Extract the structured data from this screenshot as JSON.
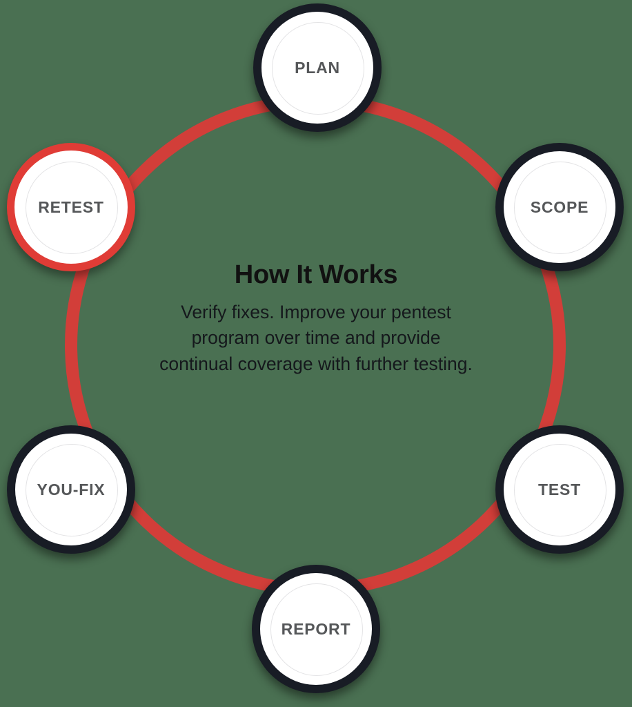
{
  "diagram": {
    "type": "cycle",
    "title": "How It Works",
    "description_lines": [
      "Verify fixes. Improve your pentest",
      "program over time and provide",
      "continual coverage with further testing."
    ],
    "description_full": "Verify fixes. Improve your pentest program over time and provide continual coverage with further testing.",
    "background_color": "#4a7052",
    "ring_color": "#d23e39",
    "node_ring_color": "#181c25",
    "active_node_ring_color": "#e03c36",
    "node_label_color": "#555759",
    "title_color": "#111111",
    "steps": [
      {
        "id": "plan",
        "label": "PLAN",
        "order": 1,
        "state": "default",
        "position": "top"
      },
      {
        "id": "scope",
        "label": "SCOPE",
        "order": 2,
        "state": "default",
        "position": "upper-right"
      },
      {
        "id": "test",
        "label": "TEST",
        "order": 3,
        "state": "default",
        "position": "lower-right"
      },
      {
        "id": "report",
        "label": "REPORT",
        "order": 4,
        "state": "default",
        "position": "bottom"
      },
      {
        "id": "youfix",
        "label": "YOU-FIX",
        "order": 5,
        "state": "default",
        "position": "lower-left"
      },
      {
        "id": "retest",
        "label": "RETEST",
        "order": 6,
        "state": "active",
        "position": "upper-left"
      }
    ]
  }
}
